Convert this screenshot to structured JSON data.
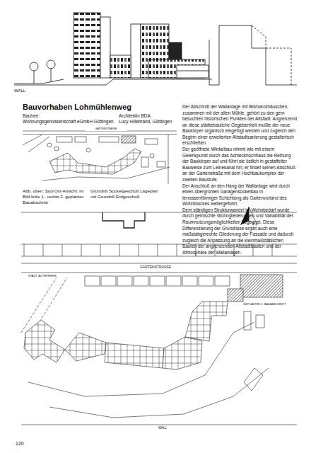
{
  "diagram": {
    "title": "Bauvorhaben Lohmühlenweg",
    "labels": [
      "WALL",
      "Bauherr:",
      "Wohnungsgenossenschaft eGmbH Göttingen",
      "Architektin BDA",
      "Lucy Hillebrand, Göttingen",
      "Der Abschnitt der Wallanlage mit Bismarckhäuschen, zusammen mit der alten Mühle, gehört zu den gern besuchten historischen Punkten der Altstadt. Angrenzend an diese städtebauliche Gegebenheit mußte der neue Baukörper organisch eingefügt werden und zugleich den Beginn einer erweiterten Altstadtsanierung gestalterisch erschließen.",
      "Der geöffnete Winkelbau nimmt wie mit einem Gelenkpunkt durch das Achteckhochhaus die Reihung der Baukörper auf und führt sie östlich in gestaffelter Bauweise zum Leinekanal hin; er findet seinen Abschluß an der Gartenstraße mit dem Hochbaukomplex der zweiten Baustufe.",
      "Der Anschluß an den Hang der Wallanlage wird durch einen übergrünten Garagensockelbau in terrassenförmiger Schichtung als Gartenvorland des Wohnblockes weitergeführt.",
      "Dem ständigen Strukturwandel im Wohnbedarf wurde durch gemischte Wohngliederungen und Variabilität der Raumnutzungsmöglichkeiten begegnet. Diese Differenzierung der Grundrisse ergibt auch eine maßstabgerechte Gliederung der Fassade und dadurch zugleich die Anpassung an die kleinmaßstäblichen Bauten der angrenzenden Altstadtbauten und der Atmosphäre der Wallanlagen.",
      "Abb. oben: Süd-Ost-Ansicht; im Bild links 1., rechts 2. geplanter Bauabschnitt",
      "Grundriß Sockelgeschoß Lageplan mit Grundriß Erdgeschoß",
      "GARTENSTRASSE",
      "GARTENSTRASSE",
      "STADT. ALTERSHEIM",
      "GEPLANTER 2. BAUABSCHNITT",
      "WALL",
      "120"
    ]
  }
}
